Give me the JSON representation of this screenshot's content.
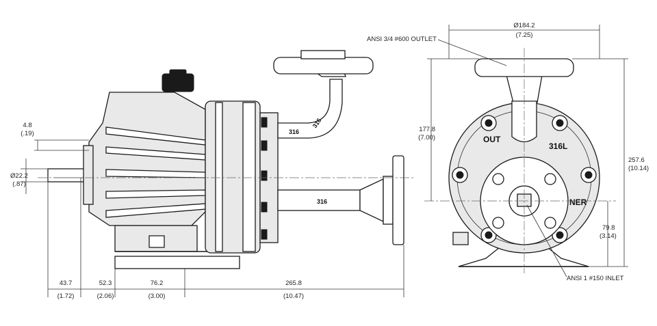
{
  "dimensions": {
    "d_184": {
      "mm": "Ø184.2",
      "in": "(7.25)"
    },
    "d_177": {
      "mm": "177.8",
      "in": "(7.00)"
    },
    "d_257": {
      "mm": "257.6",
      "in": "(10.14)"
    },
    "d_79": {
      "mm": "79.8",
      "in": "(3.14)"
    },
    "d_4_8": {
      "mm": "4.8",
      "in": "(.19)"
    },
    "d_22": {
      "mm": "Ø22.2",
      "in": "(.87)"
    },
    "d_43": {
      "mm": "43.7",
      "in": "(1.72)"
    },
    "d_52": {
      "mm": "52.3",
      "in": "(2.06)"
    },
    "d_76": {
      "mm": "76.2",
      "in": "(3.00)"
    },
    "d_265": {
      "mm": "265.8",
      "in": "(10.47)"
    }
  },
  "callouts": {
    "outlet": "ANSI 3/4 #600 OUTLET",
    "inlet": "ANSI 1 #150 INLET"
  },
  "markings": {
    "material_1": "316",
    "material_2": "316",
    "material_3": "316",
    "out": "OUT",
    "alloy": "316L",
    "partial": "NER"
  }
}
